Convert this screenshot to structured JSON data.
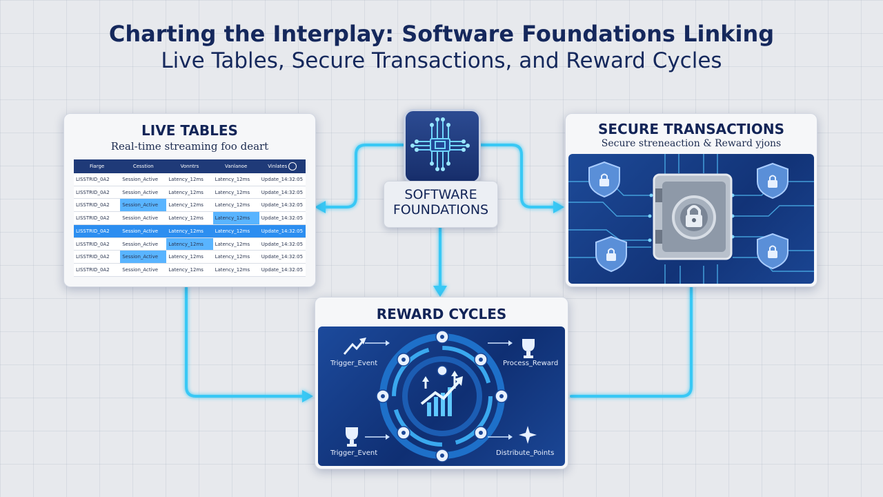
{
  "title": {
    "line1": "Charting the Interplay: Software Foundations Linking",
    "line2": "Live Tables, Secure Transactions, and Reward Cycles"
  },
  "core": {
    "label_line1": "SOFTWARE",
    "label_line2": "FOUNDATIONS",
    "icon": "microchip-icon"
  },
  "live_tables": {
    "title": "LIVE TABLES",
    "subtitle": "Real-time streaming foo deart",
    "columns": [
      "Fiarge",
      "Cesstion",
      "Vonntrs",
      "Vanlanoe",
      "Vinlates"
    ],
    "rows": [
      [
        "LISSTRID_0A2",
        "Session_Active",
        "Latency_12ms",
        "Latency_12ms",
        "Update_14:32:05"
      ],
      [
        "LISSTRID_0A2",
        "Session_Active",
        "Latency_12ms",
        "Latency_12ms",
        "Update_14:32:05"
      ],
      [
        "LISSTRID_0A2",
        "Session_Active",
        "Latency_12ms",
        "Latency_12ms",
        "Update_14:32:05"
      ],
      [
        "LISSTRID_0A2",
        "Session_Active",
        "Latency_12ms",
        "Latency_12ms",
        "Update_14:32:05"
      ],
      [
        "LISSTRID_0A2",
        "Session_Active",
        "Latency_12ms",
        "Latency_12ms",
        "Update_14:32:05"
      ],
      [
        "LISSTRID_0A2",
        "Session_Active",
        "Latency_12ms",
        "Latency_12ms",
        "Update_14:32:05"
      ],
      [
        "LISSTRID_0A2",
        "Session_Active",
        "Latency_12ms",
        "Latency_12ms",
        "Update_14:32:05"
      ],
      [
        "LISSTRID_0A2",
        "Session_Active",
        "Latency_12ms",
        "Latency_12ms",
        "Update_14:32:05"
      ]
    ],
    "highlighted_row": 4
  },
  "secure_transactions": {
    "title": "SECURE TRANSACTIONS",
    "subtitle": "Secure streneaction & Reward yjons",
    "icons": [
      "shield-lock-icon",
      "vault-icon"
    ]
  },
  "reward_cycles": {
    "title": "REWARD CYCLES",
    "steps": [
      {
        "label": "Trigger_Event",
        "icon": "trend-arrow-icon"
      },
      {
        "label": "Process_Reward",
        "icon": "trophy-icon"
      },
      {
        "label": "Trigger_Event",
        "icon": "trophy-icon"
      },
      {
        "label": "Distribute_Points",
        "icon": "sparkle-icon"
      }
    ],
    "center_icon": "growth-chart-icon"
  },
  "colors": {
    "connector": "#38c8f5",
    "navy": "#122457",
    "panel": "#123377"
  }
}
